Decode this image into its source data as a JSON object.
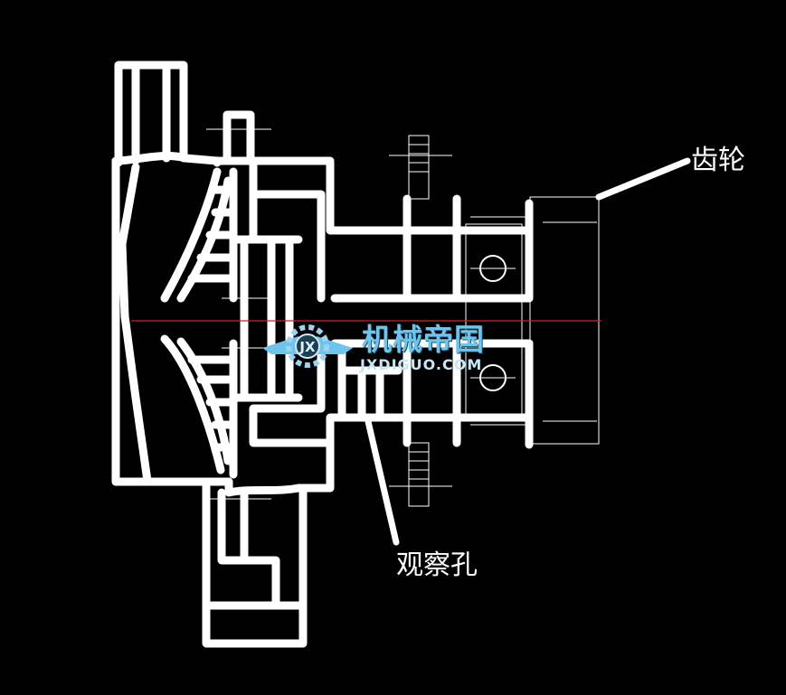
{
  "colors": {
    "background": "#000000",
    "outline": "#ffffff",
    "center_line": "#cc2222",
    "watermark": "#6ec4ec"
  },
  "labels": {
    "gear": "齿轮",
    "observation_hole": "观察孔"
  },
  "watermark": {
    "title": "机械帝国",
    "url": "JXDIGUO.COM",
    "icon": "gear-wings-logo-icon"
  }
}
